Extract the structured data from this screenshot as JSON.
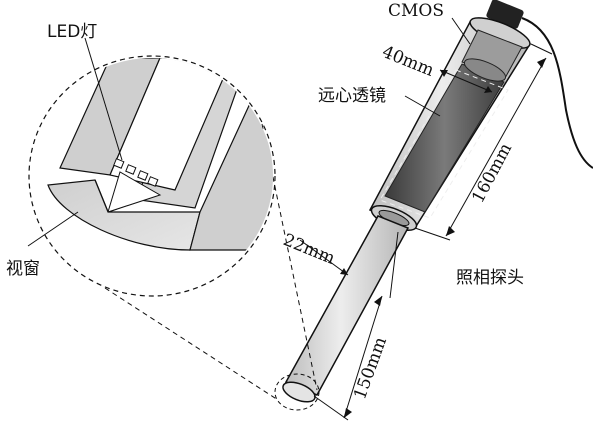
{
  "labels": {
    "led": "LED灯",
    "cmos": "CMOS",
    "telecentric_lens": "远心透镜",
    "window": "视窗",
    "camera_probe": "照相探头"
  },
  "dimensions": {
    "lens_width": "40mm",
    "tube_diameter": "22mm",
    "upper_length": "160mm",
    "lower_length": "150mm"
  },
  "colors": {
    "tube_fill": "#d9d9d9",
    "lens_fill": "#5a5a5a",
    "outline": "#111111"
  }
}
